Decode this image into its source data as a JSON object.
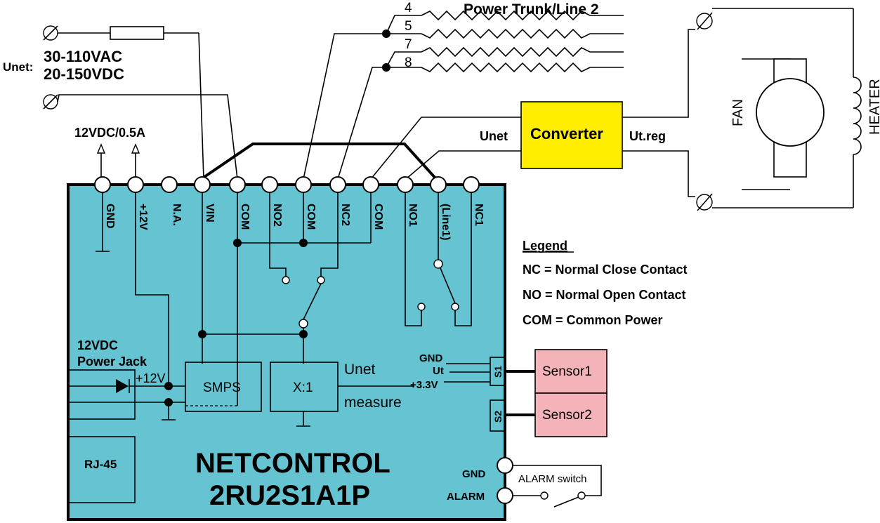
{
  "supply": {
    "prefix": "Unet:",
    "ac": "30-110VAC",
    "dc": "20-150VDC"
  },
  "aux_output": "12VDC/0.5A",
  "trunk": {
    "title": "Power Trunk/Line 2",
    "pins": [
      "4",
      "5",
      "7",
      "8"
    ]
  },
  "converter": {
    "label": "Converter",
    "in_label": "Unet",
    "out_label": "Ut.reg",
    "fill": "#ffee00"
  },
  "loads": {
    "fan": "FAN",
    "heater": "HEATER"
  },
  "terminals": [
    "GND",
    "+12V",
    "N.A.",
    "VIN",
    "COM",
    "NO2",
    "COM",
    "NC2",
    "COM",
    "NO1",
    "(Line1)",
    "NC1"
  ],
  "legend": {
    "title": "Legend",
    "lines": [
      "NC = Normal Close Contact",
      "NO = Normal Open Contact",
      "COM = Common Power"
    ]
  },
  "board": {
    "name": "NETCONTROL",
    "model": "2RU2S1A1P",
    "fill": "#66c4d2",
    "power_jack": [
      "12VDC",
      "Power Jack"
    ],
    "jack_voltage": "+12V",
    "smps": "SMPS",
    "divider": "X:1",
    "measure": [
      "Unet",
      "measure"
    ],
    "rj45": "RJ-45"
  },
  "sensor_port": {
    "gnd": "GND",
    "ut": "Ut",
    "v33": "+3.3V",
    "s1": "S1",
    "s2": "S2"
  },
  "sensors": {
    "items": [
      "Sensor1",
      "Sensor2"
    ],
    "fill": "#f4b3b8"
  },
  "alarm": {
    "gnd": "GND",
    "alarm": "ALARM",
    "switch": "ALARM switch"
  }
}
